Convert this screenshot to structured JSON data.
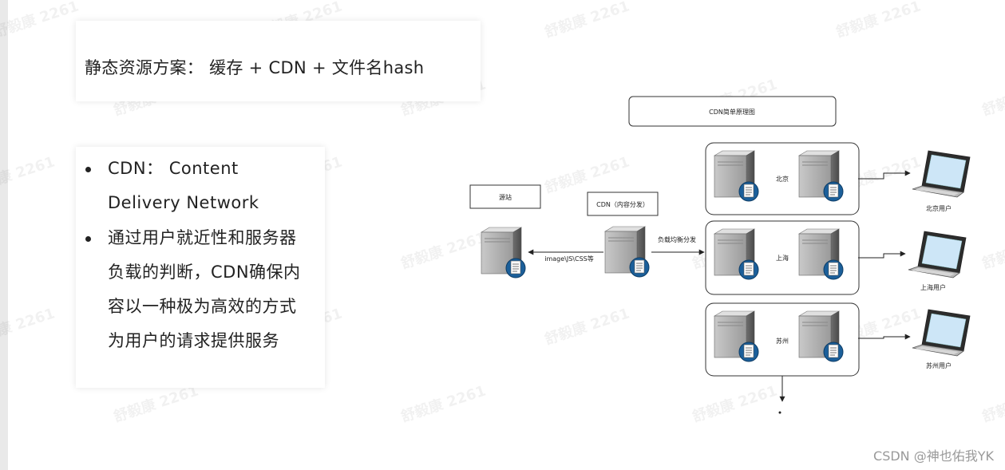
{
  "title_card": {
    "text": "静态资源方案： 缓存 + CDN + 文件名hash"
  },
  "bullets": [
    "CDN： Content Delivery Network",
    "通过用户就近性和服务器负载的判断，CDN确保内容以一种极为高效的方式为用户的请求提供服务"
  ],
  "diagram": {
    "title": "CDN简单原理图",
    "origin_label": "源站",
    "cdn_label": "CDN（内容分发）",
    "arrow_origin_label": "image\\JS\\CSS等",
    "arrow_balance_label": "负载均衡分发",
    "regions": [
      {
        "name": "北京",
        "user": "北京用户"
      },
      {
        "name": "上海",
        "user": "上海用户"
      },
      {
        "name": "苏州",
        "user": "苏州用户"
      }
    ]
  },
  "watermark": "舒毅康 2261",
  "attribution": "CSDN @神也佑我YK"
}
